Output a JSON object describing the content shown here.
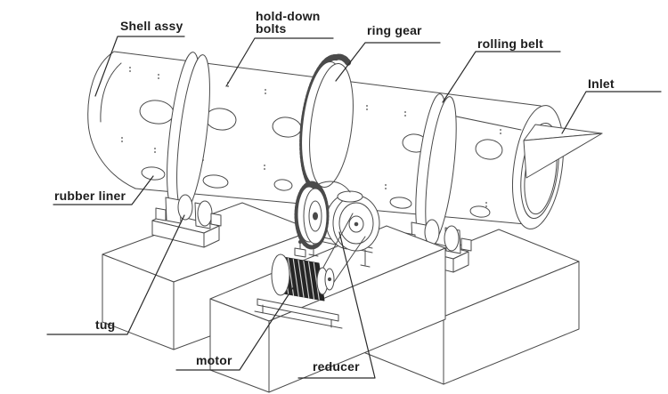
{
  "diagram": {
    "type": "technical-line-drawing",
    "subject": "rotary drum mill with drive assembly"
  },
  "labels": {
    "shell_assy": "Shell assy",
    "hold_down_bolts": "hold-down\nbolts",
    "ring_gear": "ring gear",
    "rolling_belt": "rolling belt",
    "inlet": "Inlet",
    "rubber_liner": "rubber liner",
    "tug": "tug",
    "motor": "motor",
    "reducer": "reducer"
  },
  "colors": {
    "background": "#ffffff",
    "line": "#4a4a4a",
    "leader_line": "#2a2a2a",
    "label_text": "#1d1d1d",
    "motor_fill": "#262626"
  }
}
